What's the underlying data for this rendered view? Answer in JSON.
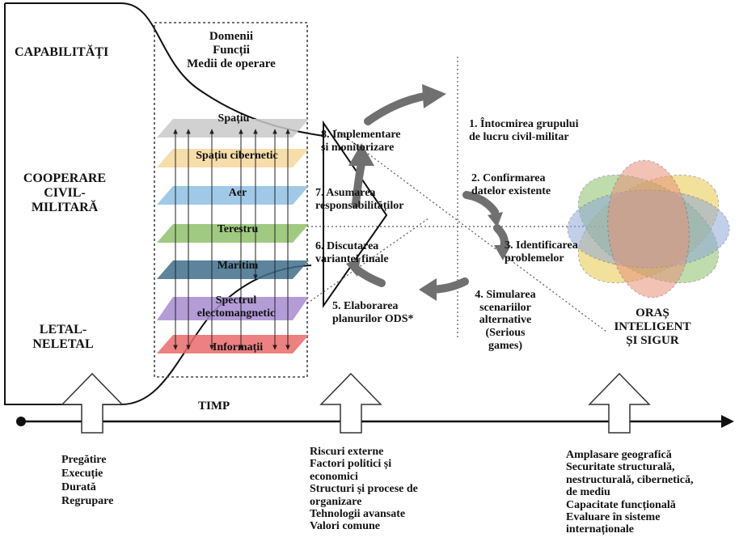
{
  "left_axis": {
    "capabilities": "CAPABILITĂȚI",
    "cooperation": "COOPERARE\nCIVIL-\nMILITARĂ",
    "lethal": "LETAL-\nNELETAL"
  },
  "domains": {
    "title": "Domenii\nFuncții\nMedii de operare",
    "layers": [
      {
        "label": "Spațiu",
        "color": "#c9c9c9"
      },
      {
        "label": "Spațiu cibernetic",
        "color": "#f6d79a"
      },
      {
        "label": "Aer",
        "color": "#8fbfe3"
      },
      {
        "label": "Terestru",
        "color": "#8fc16b"
      },
      {
        "label": "Maritim",
        "color": "#3f6e8c"
      },
      {
        "label": "Spectrul\nelectomangnetic",
        "color": "#a78bd0"
      },
      {
        "label": "Informații",
        "color": "#ea6a6a"
      }
    ]
  },
  "cycle": {
    "step1": "1. Întocmirea grupului\nde lucru civil-militar",
    "step2": "2. Confirmarea\ndatelor existente",
    "step3": "3. Identificarea\nproblemelor",
    "step4": "4. Simularea\nscenariilor\nalternative\n(Serious\ngames)",
    "step5": "5. Elaborarea\nplanurilor ODS*",
    "step6": "6. Discutarea\nvariantei finale",
    "step7": "7. Asumarea\nresponsabilităților",
    "step8": "8. Implementare\nși monitorizare"
  },
  "smart_city": {
    "label": "ORAȘ\nINTELIGENT\nȘI SIGUR",
    "colors": [
      "#e8c94a",
      "#8cc06a",
      "#8fa9d8",
      "#e8927a"
    ]
  },
  "timeline": {
    "label": "TIMP",
    "group1": "Pregătire\nExecuție\nDurată\nRegrupare",
    "group2": "Riscuri externe\nFactori politici și\neconomici\nStructuri și procese de\norganizare\nTehnologii avansate\nValori comune",
    "group3": "Amplasare geografică\nSecuritate structurală,\nnestructurală, cibernetică,\nde mediu\nCapacitate funcțională\nEvaluare în sisteme\ninternaționale"
  }
}
